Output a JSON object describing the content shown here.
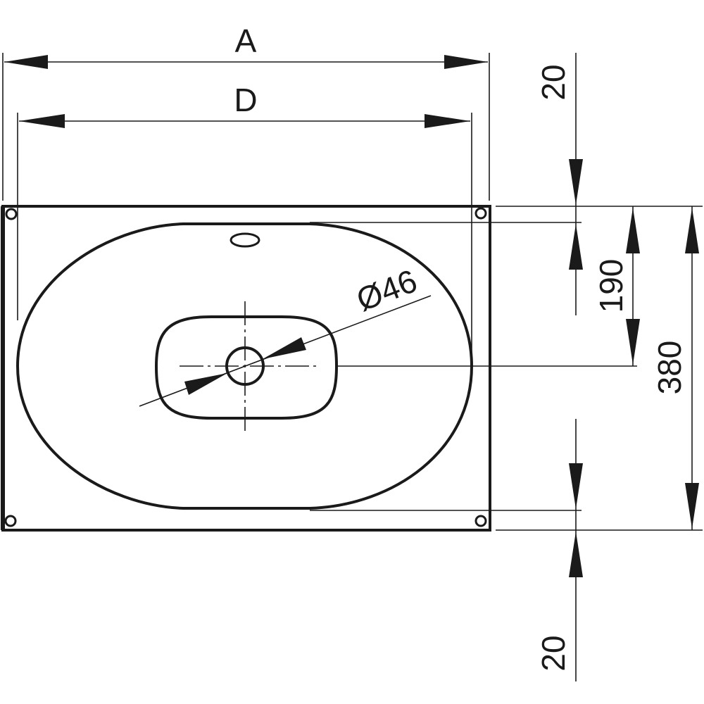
{
  "dimensions": {
    "overall_width": "A",
    "inner_width": "D",
    "drain_diameter": "Ø46",
    "top_margin": "20",
    "drain_offset": "190",
    "overall_depth": "380",
    "bottom_margin": "20"
  },
  "colors": {
    "line": "#1a1a1a",
    "background": "#ffffff"
  }
}
